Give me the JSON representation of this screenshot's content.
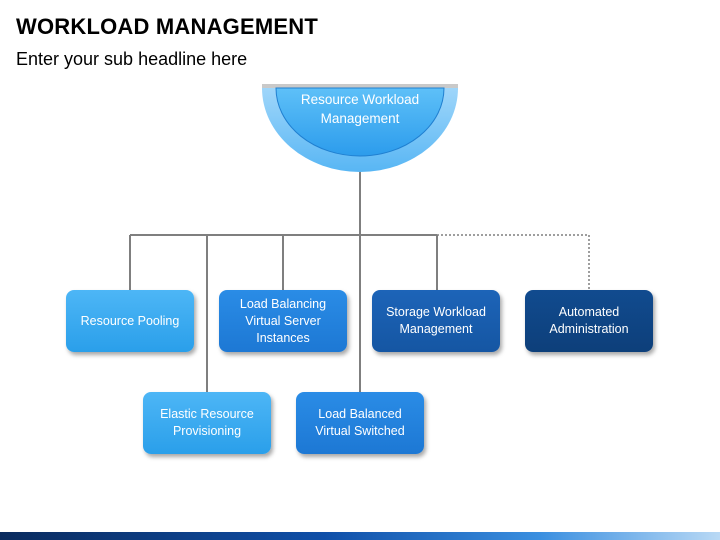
{
  "header": {
    "title": "WORKLOAD MANAGEMENT",
    "subtitle": "Enter your sub headline here"
  },
  "diagram": {
    "root": {
      "label": "Resource Workload Management"
    },
    "nodes": [
      {
        "id": "resource-pooling",
        "label": "Resource Pooling",
        "color": "#3ea9f2"
      },
      {
        "id": "elastic-resource-provisioning",
        "label": "Elastic Resource Provisioning",
        "color": "#3ea9f2"
      },
      {
        "id": "load-balancing-virtual-server-instances",
        "label": "Load Balancing Virtual Server Instances",
        "color": "#2384e0"
      },
      {
        "id": "load-balanced-virtual-switched",
        "label": "Load Balanced Virtual Switched",
        "color": "#2384e0"
      },
      {
        "id": "storage-workload-management",
        "label": "Storage Workload Management",
        "color": "#185dae"
      },
      {
        "id": "automated-administration",
        "label": "Automated Administration",
        "color": "#0f4585"
      }
    ],
    "colors": {
      "connector": "#7f7f7f",
      "bowl_outer": "#7cc7f6",
      "bowl_inner": "#3aa7f2",
      "footer_dark": "#0a2b5e"
    }
  }
}
